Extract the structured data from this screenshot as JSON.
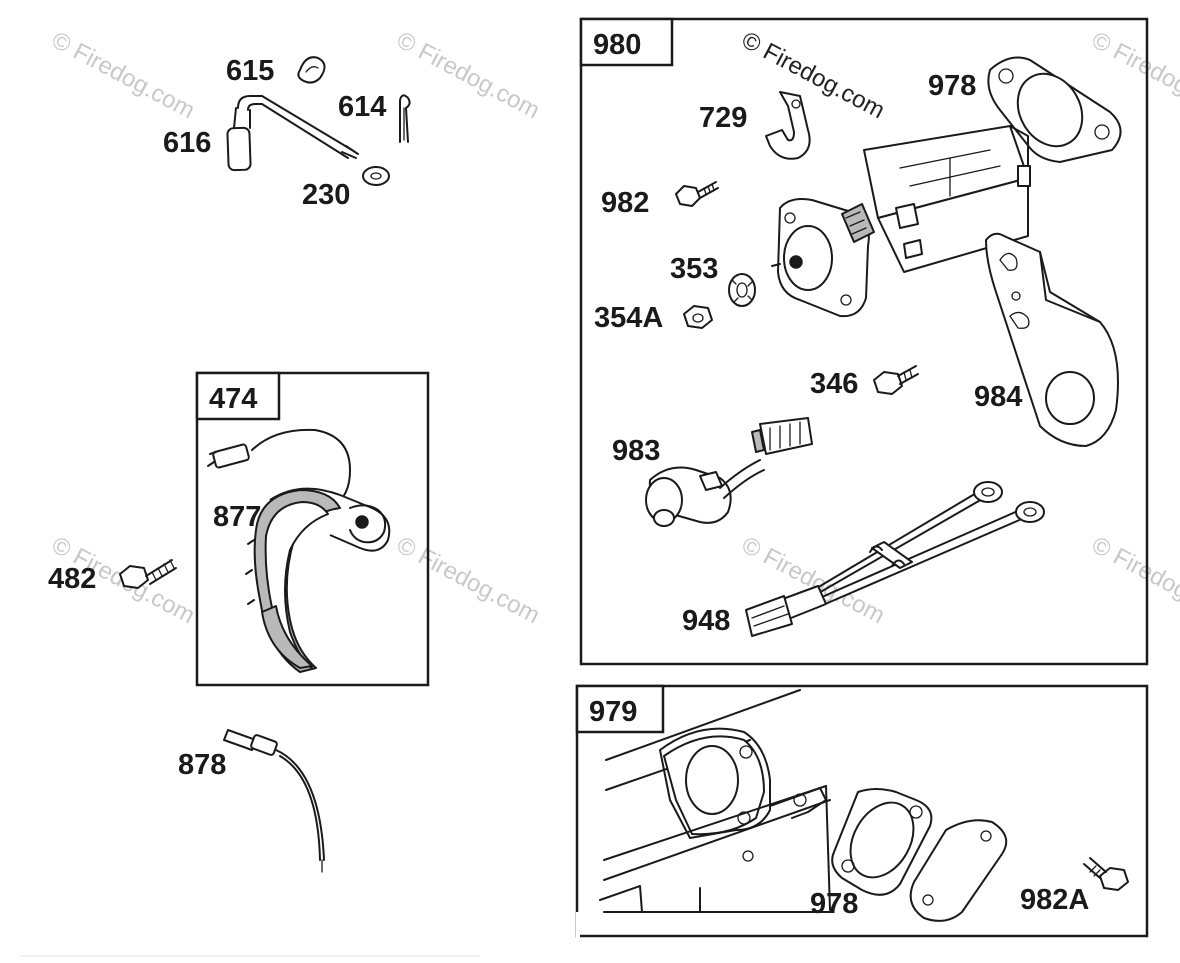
{
  "watermark": "© Firedog.com",
  "boxes": {
    "box_980": "980",
    "box_474": "474",
    "box_979": "979"
  },
  "labels": {
    "p615": "615",
    "p614": "614",
    "p616": "616",
    "p230": "230",
    "p877": "877",
    "p482": "482",
    "p878": "878",
    "p729": "729",
    "p978_top": "978",
    "p982": "982",
    "p353": "353",
    "p354A": "354A",
    "p346": "346",
    "p984": "984",
    "p983": "983",
    "p948": "948",
    "p978_bottom": "978",
    "p982A": "982A"
  }
}
